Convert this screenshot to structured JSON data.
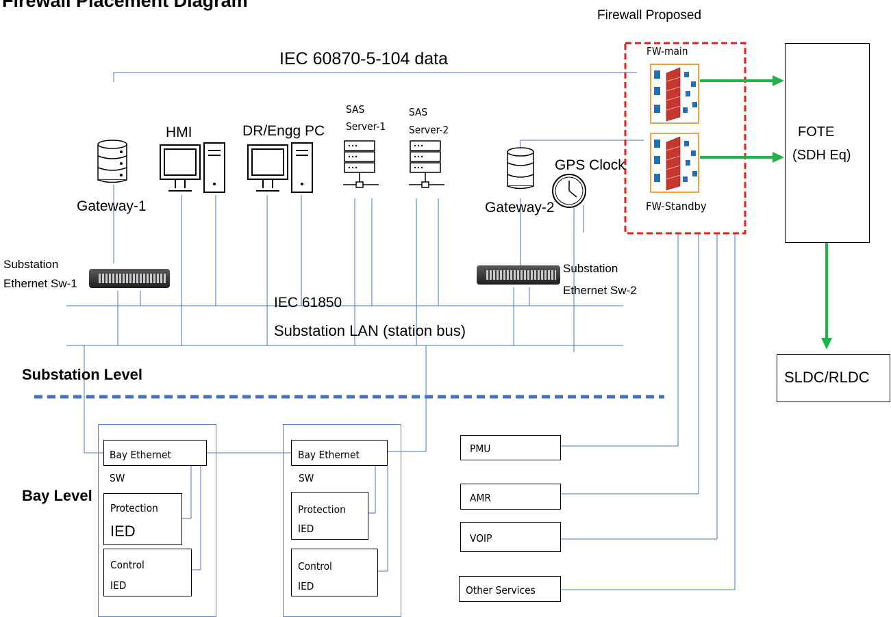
{
  "title": "Firewall Placement Diagram",
  "firewall_group": {
    "label": "Firewall Proposed",
    "main": "FW-main",
    "standby": "FW-Standby"
  },
  "links": {
    "iec104": "IEC 60870-5-104 data",
    "iec61850": "IEC 61850",
    "station_bus": "Substation LAN (station bus)"
  },
  "devices": {
    "gateway1": "Gateway-1",
    "gateway2": "Gateway-2",
    "hmi": "HMI",
    "dr_pc": "DR/Engg PC",
    "sas1": [
      "SAS",
      "Server-1"
    ],
    "sas2": [
      "SAS",
      "Server-2"
    ],
    "gps": "GPS Clock",
    "sw1": [
      "Substation",
      "Ethernet Sw-1"
    ],
    "sw2": [
      "Substation",
      "Ethernet Sw-2"
    ],
    "fote": [
      "FOTE",
      "(SDH Eq)"
    ],
    "sldc": "SLDC/RLDC"
  },
  "levels": {
    "substation": "Substation Level",
    "bay": "Bay Level"
  },
  "bays": [
    {
      "switch": "Bay Ethernet",
      "switch_suffix": "SW",
      "protection": [
        "Protection",
        "IED"
      ],
      "control": [
        "Control",
        "IED"
      ]
    },
    {
      "switch": "Bay Ethernet",
      "switch_suffix": "SW",
      "protection": [
        "Protection",
        "IED"
      ],
      "control": [
        "Control",
        "IED"
      ]
    }
  ],
  "services": [
    "PMU",
    "AMR",
    "VOIP",
    "Other Services"
  ],
  "colors": {
    "link": "#4472c4",
    "firewall_border": "#e02020",
    "arrow": "#1fb34a",
    "level_divider": "#4472c4"
  }
}
